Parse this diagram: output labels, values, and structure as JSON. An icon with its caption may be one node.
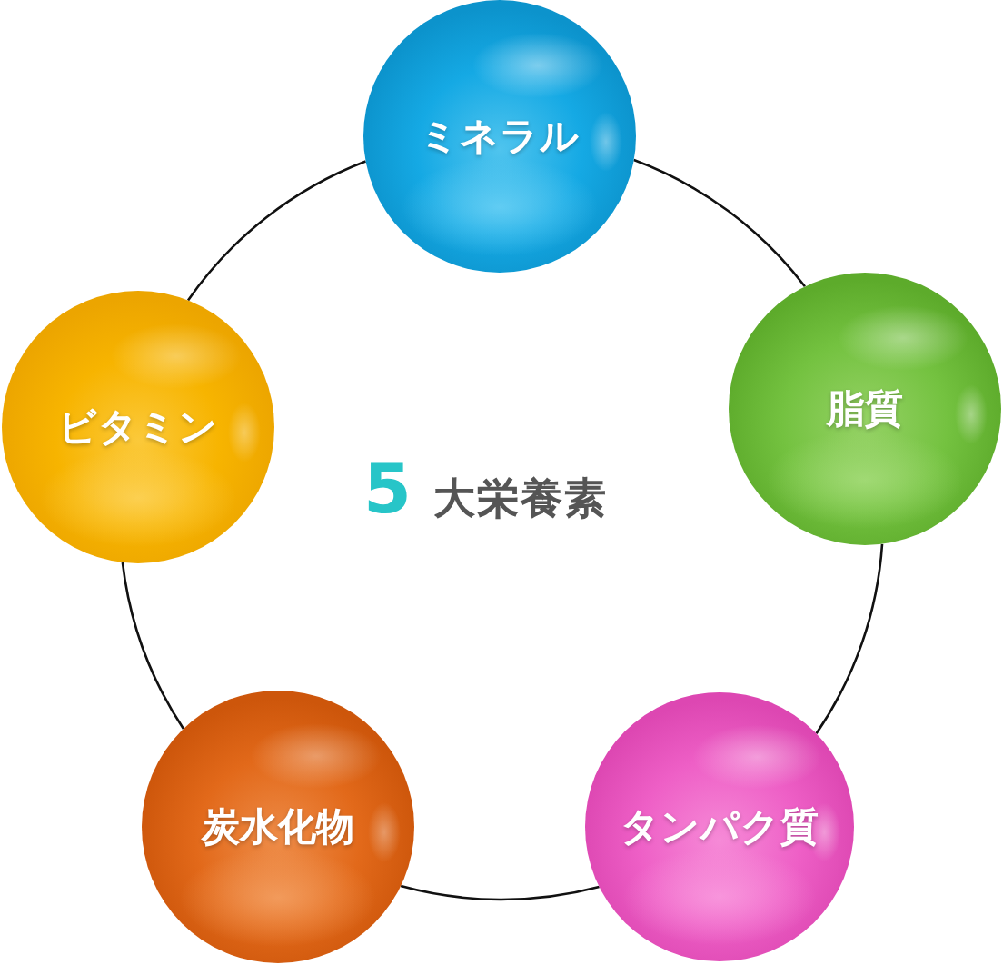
{
  "diagram": {
    "nodes": [
      {
        "text": [
          "ミネラル"
        ]
      },
      {
        "text": [
          "脂質"
        ]
      },
      {
        "text": [
          "タンパク質"
        ]
      },
      {
        "text": [
          "炭水化物"
        ]
      },
      {
        "text": [
          "ビタミン"
        ]
      }
    ],
    "edges": [
      {
        "from": 0,
        "to": 1,
        "arrow": "none"
      },
      {
        "from": 1,
        "to": 2,
        "arrow": "none"
      },
      {
        "from": 2,
        "to": 3,
        "arrow": "none"
      },
      {
        "from": 3,
        "to": 4,
        "arrow": "none"
      },
      {
        "from": 4,
        "to": 0,
        "arrow": "none"
      }
    ],
    "labels": [
      "5",
      "大栄養素"
    ]
  }
}
